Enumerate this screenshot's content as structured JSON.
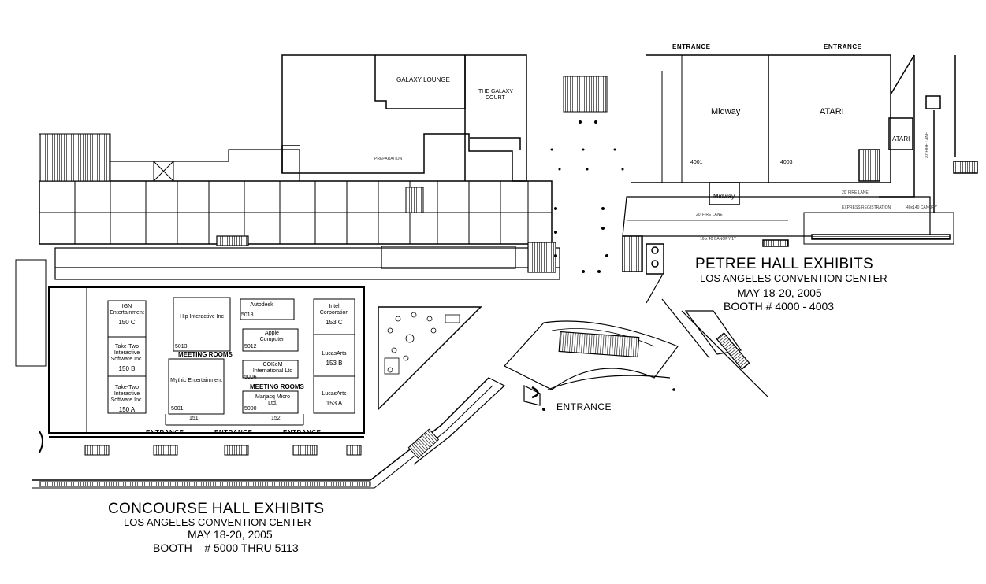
{
  "petree": {
    "title": "PETREE HALL EXHIBITS",
    "venue": "LOS ANGELES CONVENTION CENTER",
    "dates": "MAY 18-20, 2005",
    "booths": "BOOTH # 4000 - 4003"
  },
  "concourse": {
    "title": "CONCOURSE HALL EXHIBITS",
    "venue": "LOS ANGELES CONVENTION CENTER",
    "dates": "MAY 18-20, 2005",
    "booths": "BOOTH    # 5000 THRU 5113"
  },
  "rooms": {
    "galaxy_lounge": "GALAXY LOUNGE",
    "galaxy_court_1": "THE GALAXY",
    "galaxy_court_2": "COURT",
    "preparation": "PREPARATION",
    "midway": "Midway",
    "midway_small": "Midway",
    "atari": "ATARI",
    "atari_small": "ATARI",
    "fire_lane_1": "20' FIRE LANE",
    "fire_lane_2": "20' FIRE LANE",
    "fire_lane_3": "20' FIRE LANE",
    "express_registration": "EXPRESS REGISTRATION",
    "canopy_1": "16 x 40 CANOPY 1?",
    "canopy_2": "40x140 CANOPY",
    "meeting_rooms_1": "MEETING ROOMS",
    "meeting_rooms_2": "MEETING ROOMS",
    "entrance_top_1": "ENTRANCE",
    "entrance_top_2": "ENTRANCE",
    "entrance_mid": "ENTRANCE",
    "entrance_bot_1": "ENTRANCE",
    "entrance_bot_2": "ENTRANCE",
    "entrance_bot_3": "ENTRANCE"
  },
  "booth_numbers": {
    "b4001": "4001",
    "b4003": "4003",
    "b151": "151",
    "b152": "152"
  },
  "exhibitors": {
    "ign": {
      "name": "IGN Entertainment",
      "booth": "150 C"
    },
    "taketwo_b": {
      "name": "Take-Two Interactive Software Inc.",
      "booth": "150 B"
    },
    "taketwo_a": {
      "name": "Take-Two Interactive Software Inc.",
      "booth": "150 A"
    },
    "hip": {
      "name": "Hip Interactive Inc",
      "booth": "5013"
    },
    "mythic": {
      "name": "Mythic Entertainment",
      "booth": "5001"
    },
    "autodesk": {
      "name": "Autodesk",
      "booth": "5018"
    },
    "apple": {
      "name": "Apple Computer",
      "booth": "5012"
    },
    "cokem": {
      "name": "COKeM International Ltd",
      "booth": "5006"
    },
    "majesco": {
      "name": "Marjacq Micro Ltd.",
      "booth": "5000"
    },
    "intel": {
      "name": "Intel Corporation",
      "booth": "153 C"
    },
    "lucasarts_b": {
      "name": "LucasArts",
      "booth": "153 B"
    },
    "lucasarts_a": {
      "name": "LucasArts",
      "booth": "153 A"
    }
  },
  "colors": {
    "ink": "#000000",
    "paper": "#ffffff"
  }
}
